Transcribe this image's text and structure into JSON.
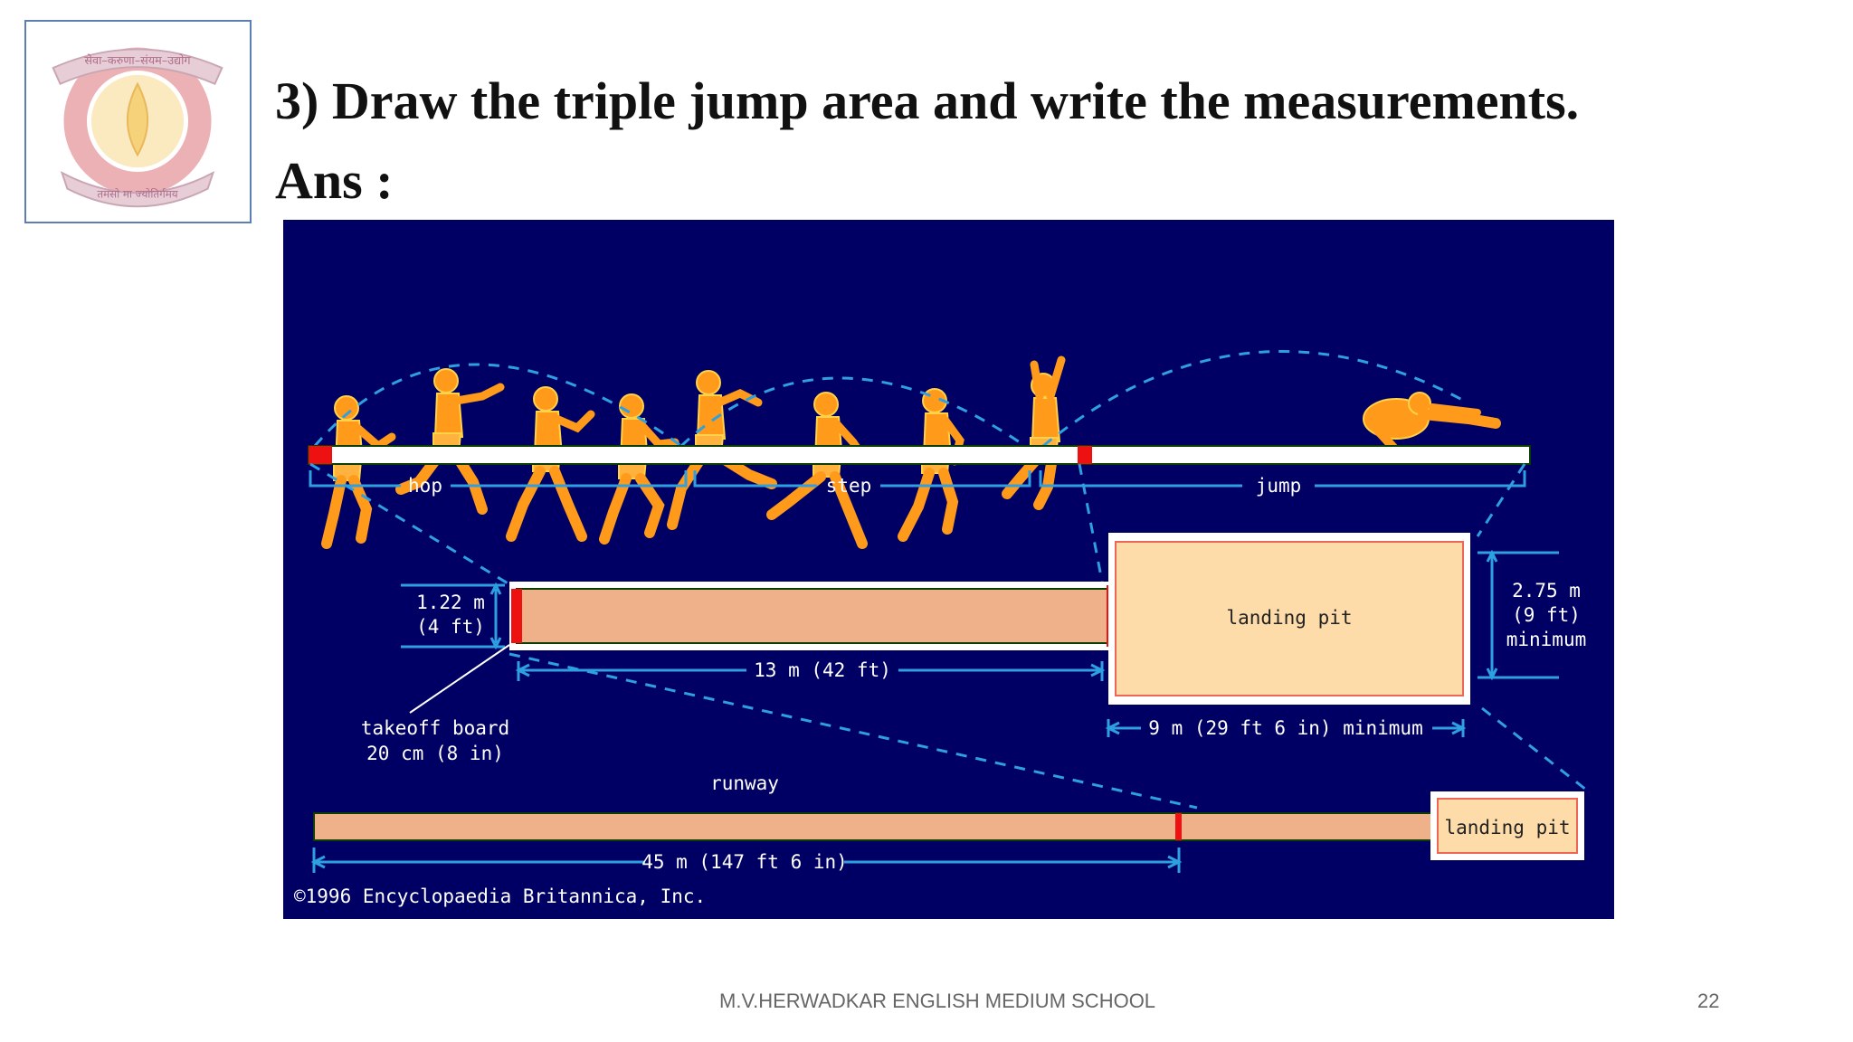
{
  "slide": {
    "title": "3) Draw the triple jump area and write the measurements.",
    "answer_label": "Ans :",
    "footer": "M.V.HERWADKAR ENGLISH MEDIUM SCHOOL",
    "page_number": "22"
  },
  "logo": {
    "top_text": "सेवा–करुणा–संयम–उद्योग",
    "bottom_text": "तमसो मा ज्योतिर्गमय",
    "colors": {
      "ring": "#e8a3a8",
      "flame": "#f6d27a",
      "ribbon": "#c9a6b4"
    }
  },
  "diagram": {
    "stages": {
      "hop": "hop",
      "step": "step",
      "jump": "jump"
    },
    "landing_pit_label": "landing pit",
    "board_width_line1": "1.22 m",
    "board_width_line2": "(4 ft)",
    "board_to_pit": "13 m (42 ft)",
    "pit_width_line1": "2.75 m",
    "pit_width_line2": "(9 ft)",
    "pit_width_line3": "minimum",
    "pit_length": "9 m (29 ft 6 in) minimum",
    "takeoff_line1": "takeoff board",
    "takeoff_line2": "20 cm (8 in)",
    "runway_label": "runway",
    "runway_length": "45 m (147 ft 6 in)",
    "copyright": "©1996 Encyclopaedia Britannica, Inc.",
    "colors": {
      "background": "#000064",
      "figure": "#ff9a1a",
      "runway": "#efb18a",
      "pit": "#fddcaa",
      "board": "#ee1111",
      "dashed": "#2e9fe0"
    }
  }
}
